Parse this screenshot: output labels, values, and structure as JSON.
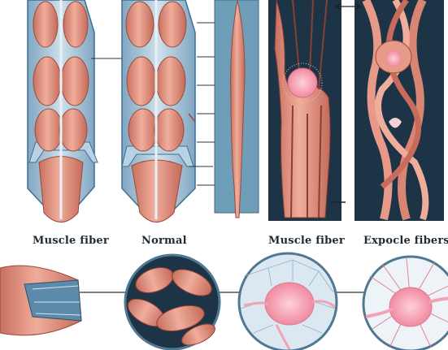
{
  "labels": {
    "panel1": "Muscle fiber",
    "panel2": "Normal",
    "panel4": "Muscle fiber",
    "panel5": "Expocle fibers"
  },
  "colors": {
    "muscle": "#e79a88",
    "muscle_dark": "#c96b5c",
    "sheath": "#a9c6d9",
    "sheath_dark": "#5b8aab",
    "dark_tissue": "#1d3346",
    "nucleus": "#f6a9b8",
    "teal_band": "#6f9fb8"
  },
  "icons": [
    "double-arrow-icon",
    "pointer-line-icon"
  ]
}
